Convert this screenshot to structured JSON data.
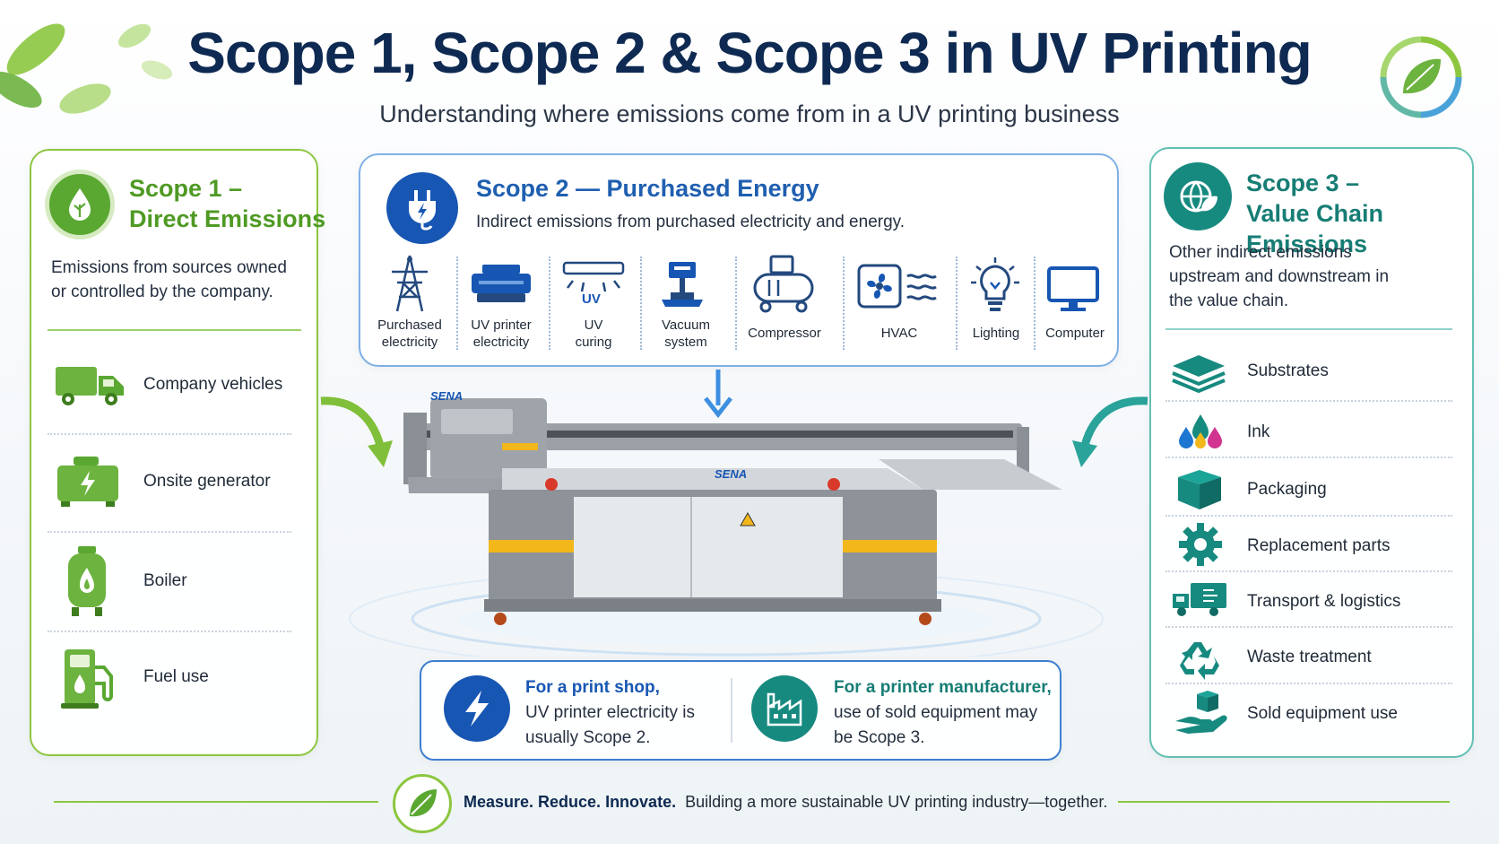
{
  "header": {
    "title": "Scope 1, Scope 2 & Scope 3 in UV Printing",
    "subtitle": "Understanding where emissions come from in a UV printing business"
  },
  "scope1": {
    "title_line1": "Scope 1 –",
    "title_line2": "Direct Emissions",
    "description": "Emissions from sources owned or controlled by the company.",
    "icon": "leaf-drop-icon",
    "items": [
      {
        "label": "Company vehicles",
        "icon": "truck-icon"
      },
      {
        "label": "Onsite generator",
        "icon": "generator-icon"
      },
      {
        "label": "Boiler",
        "icon": "boiler-icon"
      },
      {
        "label": "Fuel use",
        "icon": "fuel-pump-icon"
      }
    ]
  },
  "scope2": {
    "title": "Scope 2 — Purchased Energy",
    "description": "Indirect emissions from purchased electricity and energy.",
    "icon": "plug-icon",
    "items": [
      {
        "line1": "Purchased",
        "line2": "electricity",
        "icon": "power-tower-icon"
      },
      {
        "line1": "UV printer",
        "line2": "electricity",
        "icon": "printer-icon"
      },
      {
        "line1": "UV",
        "line2": "curing",
        "icon": "uv-lamp-icon",
        "badge": "UV"
      },
      {
        "line1": "Vacuum",
        "line2": "system",
        "icon": "vacuum-icon"
      },
      {
        "line1": "Compressor",
        "line2": "",
        "icon": "compressor-icon"
      },
      {
        "line1": "HVAC",
        "line2": "",
        "icon": "hvac-icon"
      },
      {
        "line1": "Lighting",
        "line2": "",
        "icon": "bulb-icon"
      },
      {
        "line1": "Computer",
        "line2": "",
        "icon": "monitor-icon"
      }
    ]
  },
  "scope3": {
    "title_line1": "Scope 3 –",
    "title_line2": "Value Chain Emissions",
    "description": "Other indirect emissions upstream and downstream in the value chain.",
    "icon": "globe-leaf-icon",
    "items": [
      {
        "label": "Substrates",
        "icon": "layers-icon"
      },
      {
        "label": "Ink",
        "icon": "ink-drops-icon"
      },
      {
        "label": "Packaging",
        "icon": "box-icon"
      },
      {
        "label": "Replacement parts",
        "icon": "gear-icon"
      },
      {
        "label": "Transport & logistics",
        "icon": "delivery-truck-icon"
      },
      {
        "label": "Waste treatment",
        "icon": "recycle-icon"
      },
      {
        "label": "Sold equipment use",
        "icon": "hand-box-icon"
      }
    ]
  },
  "printer": {
    "brand": "SENA"
  },
  "notes": {
    "left_title": "For a print shop,",
    "left_body": "UV printer electricity is usually Scope 2.",
    "right_title": "For a printer manufacturer,",
    "right_body": "use of sold equipment may be Scope 3."
  },
  "footer": {
    "bold": "Measure. Reduce. Innovate.",
    "text": "Building a more sustainable UV printing industry—together."
  },
  "colors": {
    "navy": "#0e2a52",
    "green": "#4f9a24",
    "blue": "#1f5fb0",
    "teal": "#167d74",
    "yellow": "#f2b71a"
  }
}
